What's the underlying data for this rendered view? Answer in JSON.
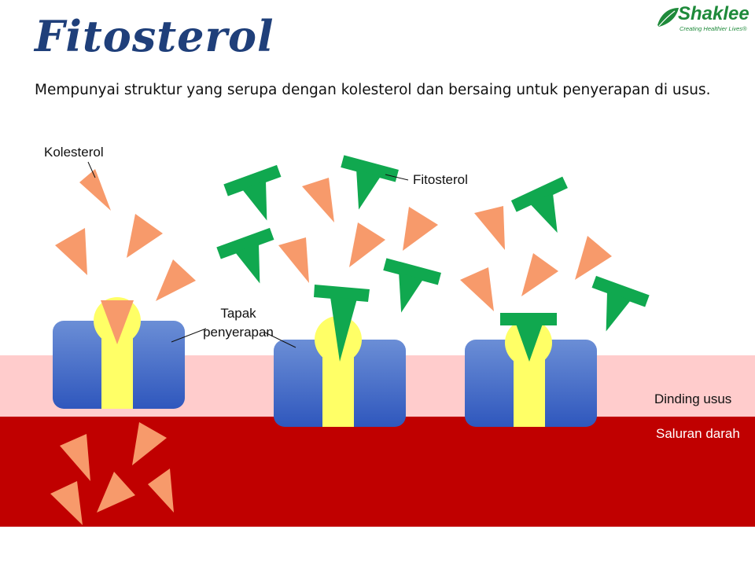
{
  "slide": {
    "title": "Fitosterol",
    "subtitle": "Mempunyai struktur yang serupa dengan kolesterol dan bersaing untuk penyerapan di usus."
  },
  "logo": {
    "brand": "Shaklee",
    "tagline": "Creating Healthier Lives®",
    "color": "#1e8a3a"
  },
  "labels": {
    "kolesterol": "Kolesterol",
    "fitosterol": "Fitosterol",
    "tapak_line1": "Tapak",
    "tapak_line2": "penyerapan",
    "dinding_usus": "Dinding usus",
    "saluran_darah": "Saluran darah"
  },
  "colors": {
    "intestinal_wall": "#ffcccc",
    "blood_stream": "#c00000",
    "cholesterol": "#f79a6b",
    "phytosterol": "#10a84f",
    "receptor_blue": "#3b63c4",
    "receptor_channel": "#ffff66"
  }
}
